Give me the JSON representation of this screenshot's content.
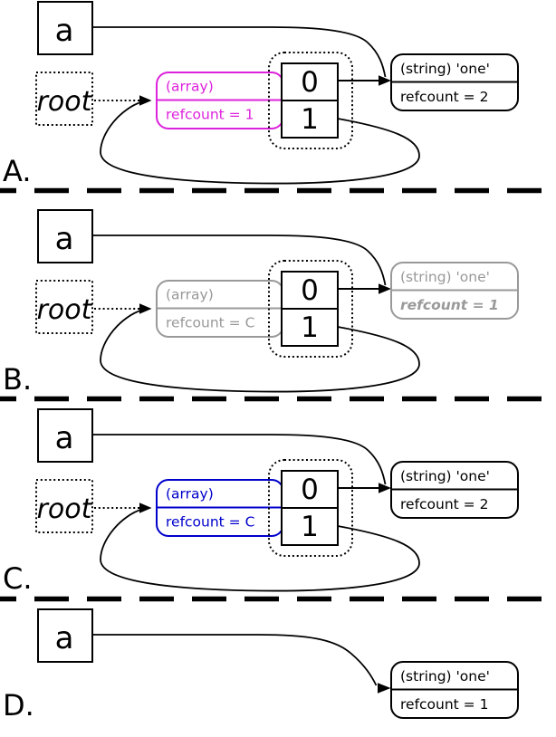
{
  "panels": [
    {
      "label": "A.",
      "var_name": "a",
      "root_label": "root",
      "array": {
        "type": "(array)",
        "refcount": "refcount = 1",
        "color": "#dd22dd"
      },
      "cells": [
        "0",
        "1"
      ],
      "string": {
        "type": "(string) 'one'",
        "refcount": "refcount = 2",
        "color": "#000000",
        "refcount_class": "small"
      }
    },
    {
      "label": "B.",
      "var_name": "a",
      "root_label": "root",
      "array": {
        "type": "(array)",
        "refcount": "refcount = C",
        "color": "#999999"
      },
      "cells": [
        "0",
        "1"
      ],
      "string": {
        "type": "(string) 'one'",
        "refcount": "refcount = 1",
        "color": "#999999",
        "refcount_class": "small emph"
      }
    },
    {
      "label": "C.",
      "var_name": "a",
      "root_label": "root",
      "array": {
        "type": "(array)",
        "refcount": "refcount = C",
        "color": "#0000cc"
      },
      "cells": [
        "0",
        "1"
      ],
      "string": {
        "type": "(string) 'one'",
        "refcount": "refcount = 2",
        "color": "#000000",
        "refcount_class": "small"
      }
    },
    {
      "label": "D.",
      "var_name": "a",
      "string": {
        "type": "(string) 'one'",
        "refcount": "refcount = 1",
        "color": "#000000",
        "refcount_class": "small"
      }
    }
  ]
}
